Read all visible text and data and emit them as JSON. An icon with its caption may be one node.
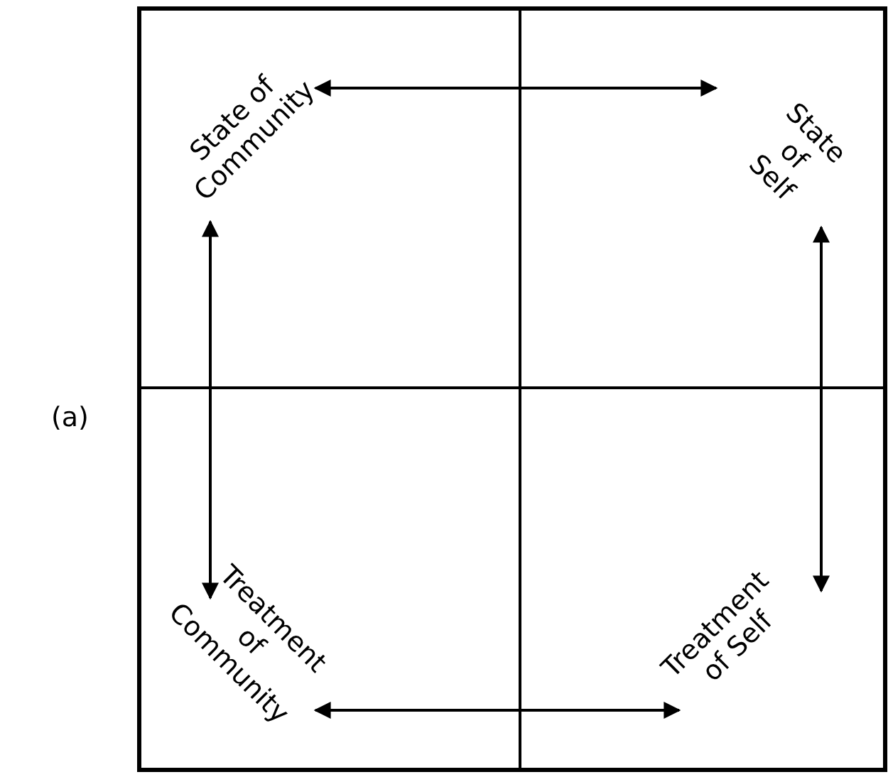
{
  "diagram": {
    "nodes": [
      {
        "text": [
          "State of Community"
        ]
      },
      {
        "text": [
          "State of Self"
        ]
      },
      {
        "text": [
          "Treatment of Community"
        ]
      },
      {
        "text": [
          "Treatment of Self"
        ]
      }
    ],
    "edges": [
      {
        "from": 0,
        "to": 1,
        "arrow": "both"
      },
      {
        "from": 0,
        "to": 2,
        "arrow": "both"
      },
      {
        "from": 1,
        "to": 3,
        "arrow": "both"
      },
      {
        "from": 2,
        "to": 3,
        "arrow": "both"
      }
    ],
    "labels": [
      "(a)"
    ]
  }
}
